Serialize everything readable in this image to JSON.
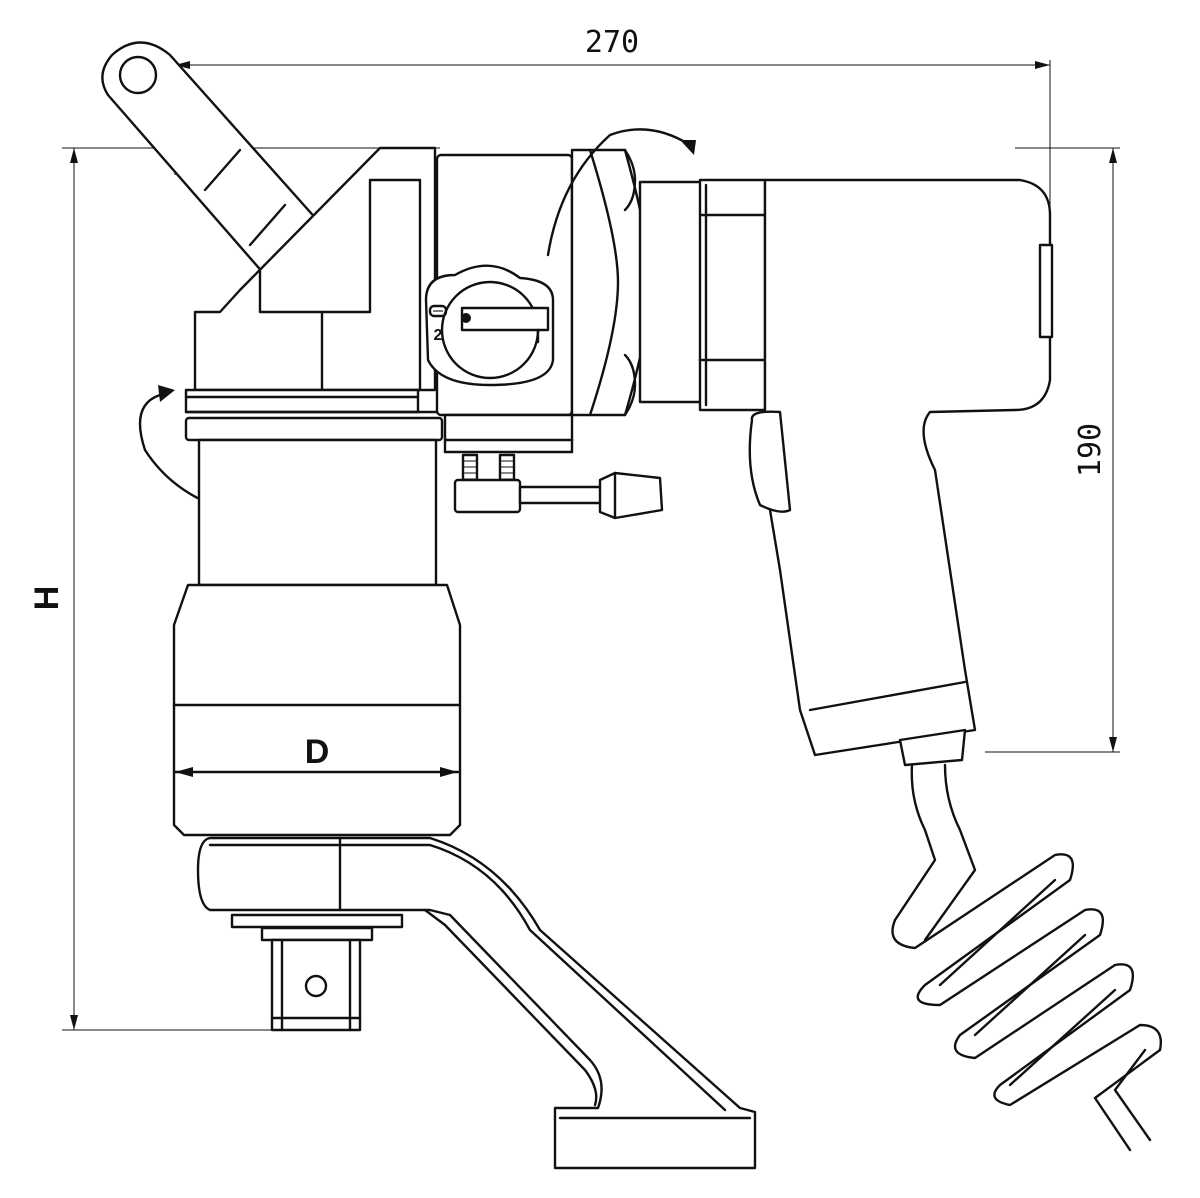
{
  "dimensions": {
    "width_label": "270",
    "height_label_right": "190",
    "height_label_left": "H",
    "diameter_label": "D"
  },
  "selector": {
    "mode_number": "2"
  }
}
